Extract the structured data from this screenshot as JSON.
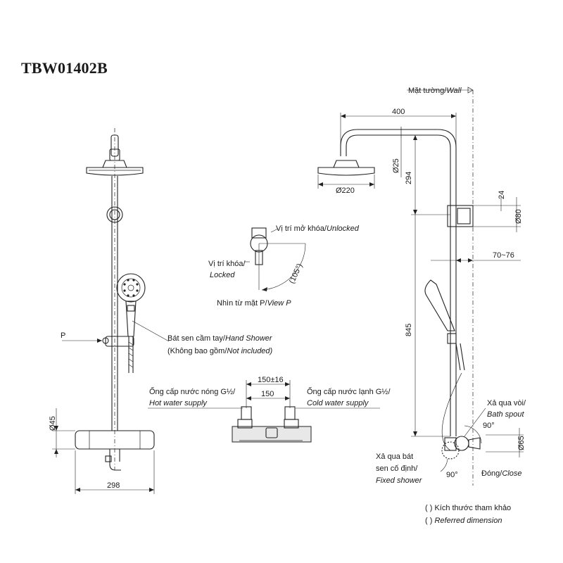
{
  "title": "TBW01402B",
  "labels": {
    "wall": "Mặt tường/",
    "wall_en": "Wall",
    "unlocked": "Vị trí mở khóa/",
    "unlocked_en": "Unlocked",
    "locked": "Vị trí khóa/",
    "locked_en": "Locked",
    "angle": "(105°)",
    "view": "Nhìn từ mặt P/",
    "view_en": "View P",
    "hand_shower": "Bát sen cầm tay/",
    "hand_shower_en": "Hand Shower",
    "not_included": "(Không bao gồm/",
    "not_included_en": "Not included)",
    "hot": "Ống cấp nước nóng G½/",
    "hot_en": "Hot water supply",
    "cold": "Ống cấp nước lạnh G½/",
    "cold_en": "Cold water supply",
    "bath_spout": "Xả qua vòi/",
    "bath_spout_en": "Bath spout",
    "fixed_shower": "Xả qua bát",
    "fixed_shower2": "sen cố định/",
    "fixed_shower_en": "Fixed shower",
    "close": "Đóng/",
    "close_en": "Close",
    "p": "P",
    "ref_vi": "(      ) Kích thước tham khảo",
    "ref_en": "(      ) ",
    "ref_en_it": "Referred dimension"
  },
  "dimensions": {
    "d400": "400",
    "d25": "Ø25",
    "d294": "294",
    "d220": "Ø220",
    "d24": "24",
    "d80": "Ø80",
    "d70_76": "70~76",
    "d845": "845",
    "d65": "Ø65",
    "d90a": "90°",
    "d90b": "90°",
    "d45": "Ø45",
    "d298": "298",
    "d150_16": "150±16",
    "d150": "150"
  }
}
